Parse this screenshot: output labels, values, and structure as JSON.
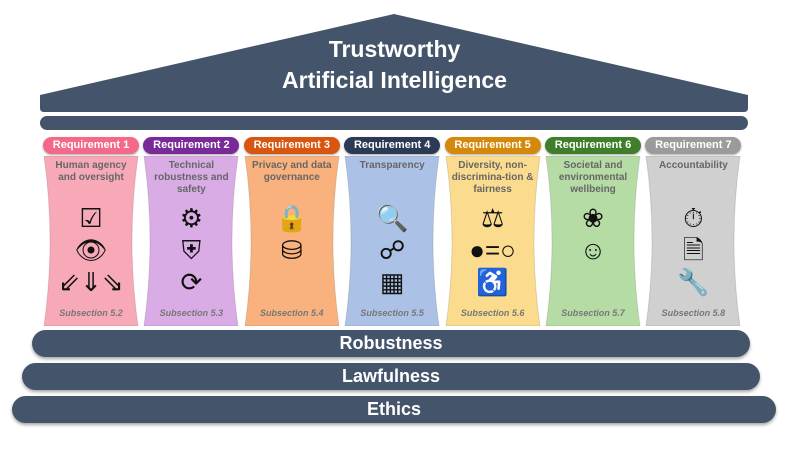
{
  "title": {
    "line1": "Trustworthy",
    "line2": "Artificial Intelligence"
  },
  "requirements": [
    {
      "label": "Requirement 1",
      "name": "Human agency and oversight",
      "subsection": "Subsection 5.2",
      "pill_color": "#f4698a",
      "body_color": "#f8a9b8",
      "icons": [
        "checklist-person-icon",
        "eye-icon",
        "arrows-down-icon"
      ]
    },
    {
      "label": "Requirement 2",
      "name": "Technical robustness and safety",
      "subsection": "Subsection 5.3",
      "pill_color": "#7a2a98",
      "body_color": "#d9acE5",
      "icons": [
        "gears-icon",
        "shield-plus-icon",
        "replay-icon"
      ]
    },
    {
      "label": "Requirement 3",
      "name": "Privacy and data governance",
      "subsection": "Subsection 5.4",
      "pill_color": "#d8560f",
      "body_color": "#f9b27d",
      "icons": [
        "locked-document-icon",
        "database-icon"
      ]
    },
    {
      "label": "Requirement 4",
      "name": "Transparency",
      "subsection": "Subsection 5.5",
      "pill_color": "#2d3a55",
      "body_color": "#abc1e6",
      "icons": [
        "magnify-flow-icon",
        "brain-network-icon",
        "dashboard-icon"
      ]
    },
    {
      "label": "Requirement 5",
      "name": "Diversity, non-discrimina-tion & fairness",
      "subsection": "Subsection 5.6",
      "pill_color": "#d4890b",
      "body_color": "#fbdb8e",
      "icons": [
        "scales-icon",
        "equality-icon",
        "accessibility-icon"
      ]
    },
    {
      "label": "Requirement 6",
      "name": "Societal and environmental wellbeing",
      "subsection": "Subsection 5.7",
      "pill_color": "#3f7f2b",
      "body_color": "#b6dca5",
      "icons": [
        "butterfly-icon",
        "care-hands-icon"
      ]
    },
    {
      "label": "Requirement 7",
      "name": "Accountability",
      "subsection": "Subsection 5.8",
      "pill_color": "#9b9b9b",
      "body_color": "#d0d0d0",
      "icons": [
        "stopwatch-icon",
        "audit-document-icon",
        "wrench-hand-icon"
      ]
    }
  ],
  "foundations": [
    "Robustness",
    "Lawfulness",
    "Ethics"
  ],
  "colors": {
    "structure": "#44546a"
  }
}
